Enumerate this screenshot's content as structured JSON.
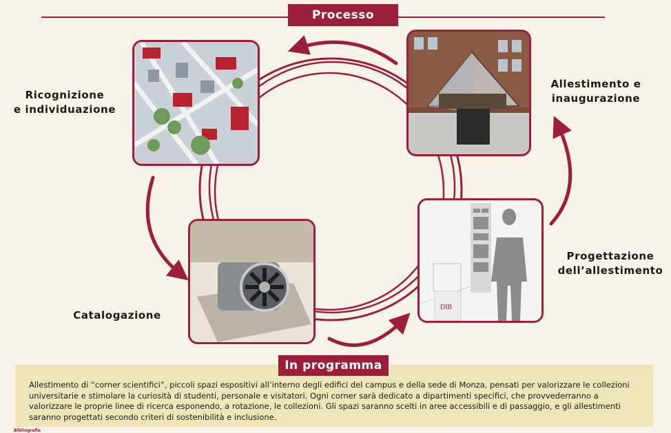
{
  "header": {
    "title": "Processo"
  },
  "steps": [
    {
      "label": "Ricognizione\ne individuazione"
    },
    {
      "label": "Allestimento e\ninaugurazione"
    },
    {
      "label": "Progettazione\ndell’allestimento"
    },
    {
      "label": "Catalogazione"
    }
  ],
  "program": {
    "title": "In programma",
    "text": "Allestimento di “corner scientifici”, piccoli spazi espositivi all’interno degli edifici del campus e della sede di Monza, pensati per valorizzare le collezioni universitarie e stimolare la curiosità di studenti, personale e visitatori. Ogni corner sarà dedicato a dipartimenti specifici, che provvederranno a valorizzare le proprie linee di ricerca esponendo, a rotazione, le collezioni. Gli spazi saranno scelti in aree accessibili e di passaggio, e gli allestimenti saranno progettati secondo criteri di sostenibilità e inclusione."
  },
  "footer": {
    "biblio": "Bibliografia"
  },
  "colors": {
    "accent": "#9b1f3a",
    "background": "#f7f3e8",
    "panel": "#f0e5b8"
  }
}
